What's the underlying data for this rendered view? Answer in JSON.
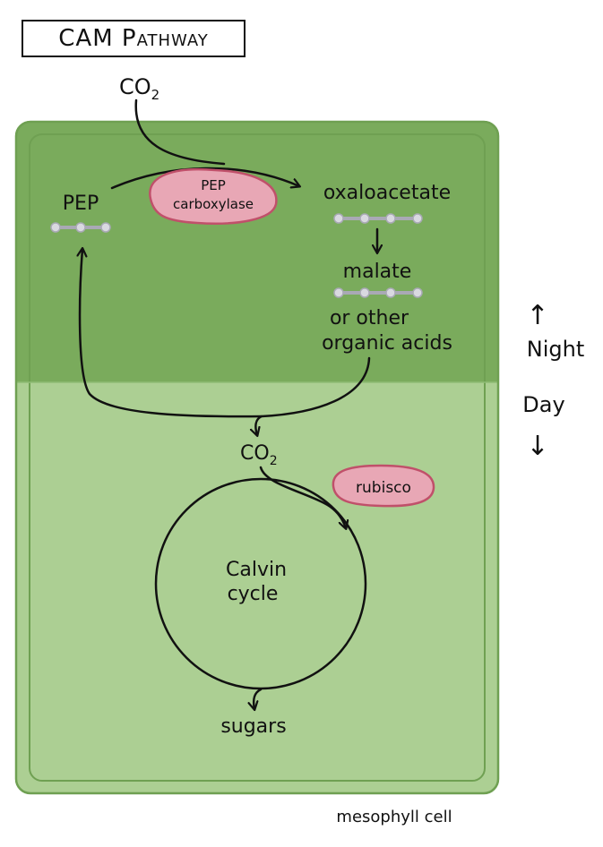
{
  "title": "CAM Pathway",
  "labels": {
    "co2_top": "CO",
    "co2_top_sub": "2",
    "pep": "PEP",
    "enzyme1_line1": "PEP",
    "enzyme1_line2": "carboxylase",
    "oxaloacetate": "oxaloacetate",
    "malate": "malate",
    "acids_line1": "or other",
    "acids_line2": "organic acids",
    "co2_mid": "CO",
    "co2_mid_sub": "2",
    "enzyme2": "rubisco",
    "calvin_line1": "Calvin",
    "calvin_line2": "cycle",
    "sugars": "sugars",
    "cell": "mesophyll cell"
  },
  "phase": {
    "night_arrow": "↑",
    "night": "Night",
    "day": "Day",
    "day_arrow": "↓"
  },
  "colors": {
    "night_region": "#7aab5c",
    "day_region": "#accf93",
    "cell_border": "#6fa052",
    "enzyme_fill": "#e8a7b5",
    "enzyme_border": "#c0506a",
    "molecule": "#a9a9b5"
  }
}
